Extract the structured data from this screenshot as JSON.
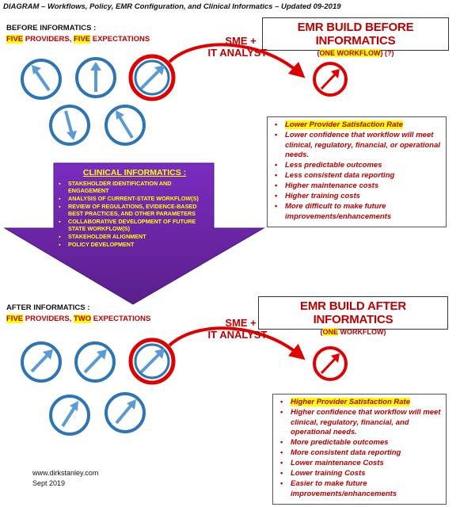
{
  "title": "DIAGRAM – Workflows, Policy, EMR Configuration, and Clinical Informatics – Updated 09-2019",
  "before": {
    "heading": "BEFORE INFORMATICS :",
    "sub_parts": [
      "FIVE",
      " PROVIDERS, ",
      "FIVE",
      " EXPECTATIONS"
    ],
    "sme_line1": "SME +",
    "sme_line2": "IT ANALYST",
    "box_title": "EMR BUILD BEFORE INFORMATICS",
    "box_sub_parts": [
      "(",
      "ONE WORKFLOW",
      ") (?)"
    ],
    "items": [
      "Lower Provider Satisfaction Rate",
      "Lower confidence that workflow will meet clinical, regulatory, financial, or operational needs.",
      "Less predictable outcomes",
      "Less consistent data reporting",
      "Higher maintenance costs",
      "Higher training costs",
      "More difficult to make future improvements/enhancements"
    ]
  },
  "clinical_informatics": {
    "title": "CLINICAL INFORMATICS :",
    "items": [
      "STAKEHOLDER IDENTIFICATION AND ENGAGEMENT",
      "ANALYSIS OF CURRENT-STATE WORKFLOW(S)",
      "REVIEW OF REGULATIONS, EVIDENCE-BASED BEST PRACTICES, AND OTHER PARAMETERS",
      "COLLABORATIVE DEVELOPMENT OF FUTURE STATE WORKFLOW(S)",
      "STAKEHOLDER ALIGNMENT",
      "POLICY DEVELOPMENT"
    ]
  },
  "after": {
    "heading": "AFTER INFORMATICS :",
    "sub_parts": [
      "FIVE",
      " PROVIDERS, ",
      "TWO",
      " EXPECTATIONS"
    ],
    "sme_line1": "SME +",
    "sme_line2": "IT ANALYST",
    "box_title": "EMR BUILD AFTER INFORMATICS",
    "box_sub_parts": [
      "(",
      "ONE",
      " WORKFLOW)"
    ],
    "items": [
      "Higher Provider Satisfaction Rate",
      "Higher confidence that workflow will meet clinical, regulatory, financial, and operational needs.",
      "More predictable outcomes",
      "More consistent data reporting",
      "Lower maintenance Costs",
      "Lower training Costs",
      "Easier to make future improvements/enhancements"
    ]
  },
  "footer": {
    "website": "www.dirkstanley.com",
    "date": "Sept 2019"
  },
  "colors": {
    "accent_red": "#e00000",
    "text_red": "#c00000",
    "circle_blue": "#2e75b6",
    "arrow_light_blue": "#5b9bd5",
    "purple": "#7030a0",
    "highlight": "#ffff00"
  }
}
